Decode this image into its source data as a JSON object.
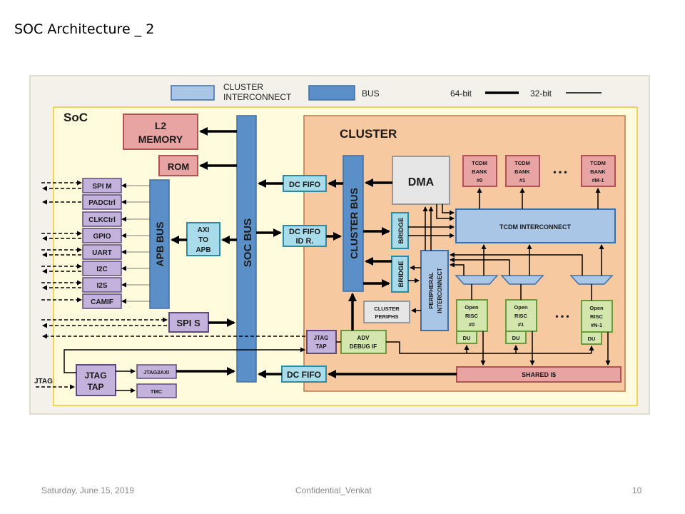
{
  "slide": {
    "title": "SOC Architecture _ 2",
    "footer": {
      "date": "Saturday, June 15, 2019",
      "confidential": "Confidential_Venkat",
      "page_number": "10"
    }
  },
  "legend": {
    "cluster_interconnect_line1": "CLUSTER",
    "cluster_interconnect_line2": "INTERCONNECT",
    "bus": "BUS",
    "bit64": "64-bit",
    "bit32": "32-bit"
  },
  "colors": {
    "soc_bg": "#fffbdc",
    "soc_border": "#f2d35a",
    "cluster_bg": "#f7c9a0",
    "cluster_border": "#b9774a",
    "bus": "#5b8fc8",
    "bus_border": "#3e6ea6",
    "interconnect": "#a9c6e6",
    "memory": "#e8a3a3",
    "memory_border": "#b25252",
    "peripheral": "#c3b2dc",
    "peripheral_border": "#5d4b7d",
    "fifo": "#a9dcea",
    "fifo_border": "#2b8ba3",
    "core": "#d3e6ae",
    "core_border": "#6a9a3a",
    "dma": "#e6e6e6",
    "outer_bg": "#f3f1ea"
  },
  "soc": {
    "label": "SoC",
    "l2_memory_line1": "L2",
    "l2_memory_line2": "MEMORY",
    "rom": "ROM",
    "apb_bus": "APB BUS",
    "soc_bus": "SOC BUS",
    "axi_to_apb": [
      "AXI",
      "TO",
      "APB"
    ],
    "peripherals": [
      "SPI M",
      "PADCtrl",
      "CLKCtrl",
      "GPIO",
      "UART",
      "I2C",
      "I2S",
      "CAMIF"
    ],
    "spi_s": "SPI S",
    "jtag_tap_line1": "JTAG",
    "jtag_tap_line2": "TAP",
    "jtag2axi": "JTAG2AXI",
    "tmc": "TMC",
    "jtag_pin": "JTAG",
    "dc_fifo_top": "DC FIFO",
    "dc_fifo_id_line1": "DC FIFO",
    "dc_fifo_id_line2": "ID R.",
    "dc_fifo_bottom": "DC FIFO"
  },
  "cluster": {
    "label": "CLUSTER",
    "cluster_bus": "CLUSTER BUS",
    "dma": "DMA",
    "bridge": "BRIDGE",
    "tcdm_interconnect": "TCDM INTERCONNECT",
    "peripheral_interconnect_line1": "PERIPHERAL",
    "peripheral_interconnect_line2": "INTERCONNECT",
    "cluster_periphs_line1": "CLUSTER",
    "cluster_periphs_line2": "PERIPHS",
    "jtag_tap_line1": "JTAG",
    "jtag_tap_line2": "TAP",
    "adv_debug_line1": "ADV",
    "adv_debug_line2": "DEBUG IF",
    "shared_icache": "SHARED I$",
    "ellipsis": "• • •",
    "tcdm_banks": [
      {
        "l1": "TCDM",
        "l2": "BANK",
        "l3": "#0"
      },
      {
        "l1": "TCDM",
        "l2": "BANK",
        "l3": "#1"
      },
      {
        "l1": "TCDM",
        "l2": "BANK",
        "l3": "#M-1"
      }
    ],
    "cores": [
      {
        "l1": "Open",
        "l2": "RISC",
        "l3": "#0",
        "du": "DU"
      },
      {
        "l1": "Open",
        "l2": "RISC",
        "l3": "#1",
        "du": "DU"
      },
      {
        "l1": "Open",
        "l2": "RISC",
        "l3": "#N-1",
        "du": "DU"
      }
    ]
  }
}
